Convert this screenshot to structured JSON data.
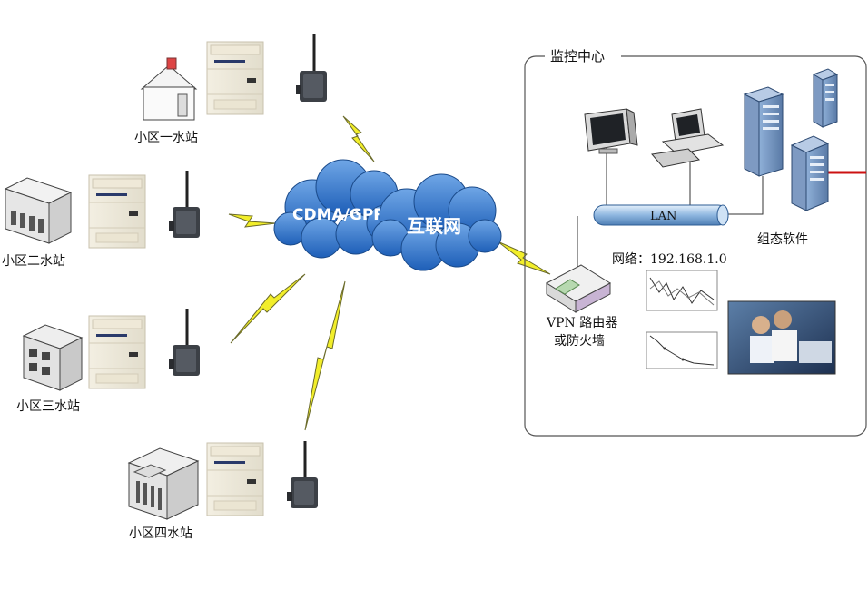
{
  "stations": [
    {
      "label": "小区一水站"
    },
    {
      "label": "小区二水站"
    },
    {
      "label": "小区三水站"
    },
    {
      "label": "小区四水站"
    }
  ],
  "clouds": {
    "cdma_label": "CDMA/GPR",
    "internet_label": "互联网"
  },
  "control_center": {
    "title": "监控中心",
    "lan_label": "LAN",
    "software_label": "组态软件",
    "network_label": "网络：192.168.1.0",
    "router_label_line1": "VPN 路由器",
    "router_label_line2": "或防火墙"
  },
  "colors": {
    "cloud_fill": "#2a6fc9",
    "lightning": "#f2ee2a",
    "lan_pipe": "#9cc0e8",
    "server_body": "#6f8fb8",
    "panel_border": "#555555"
  }
}
